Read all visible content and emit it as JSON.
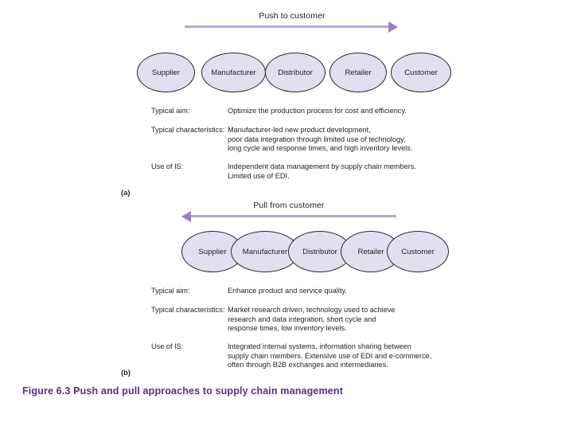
{
  "figure": {
    "caption": "Figure 6.3 Push and pull approaches to supply chain management",
    "caption_color": "#5b2d8e",
    "background_color": "#ffffff"
  },
  "style": {
    "node_fill": "#e2dff0",
    "node_stroke": "#2a2730",
    "arrow_line_color": "#b9a8d6",
    "arrow_head_color": "#9b7fc4",
    "text_color": "#231f20"
  },
  "panels": [
    {
      "marker": "(a)",
      "arrow": {
        "label": "Push to customer",
        "direction": "right"
      },
      "chain": {
        "spacing": "separated",
        "nodes": [
          {
            "label": "Supplier"
          },
          {
            "label": "Manufacturer"
          },
          {
            "label": "Distributor"
          },
          {
            "label": "Retailer"
          },
          {
            "label": "Customer"
          }
        ]
      },
      "attributes": [
        {
          "label": "Typical aim:",
          "lines": [
            "Optimize the production process for cost and efficiency."
          ]
        },
        {
          "label": "Typical characteristics:",
          "lines": [
            "Manufacturer-led new product development,",
            "poor data integration through limited use of technology,",
            "long cycle and response times, and high inventory levels."
          ]
        },
        {
          "label": "Use of IS:",
          "lines": [
            "Independent data management by supply chain members.",
            "Limited use of EDI."
          ]
        }
      ]
    },
    {
      "marker": "(b)",
      "arrow": {
        "label": "Pull from customer",
        "direction": "left"
      },
      "chain": {
        "spacing": "overlapping",
        "nodes": [
          {
            "label": "Supplier"
          },
          {
            "label": "Manufacturer"
          },
          {
            "label": "Distributor"
          },
          {
            "label": "Retailer"
          },
          {
            "label": "Customer"
          }
        ]
      },
      "attributes": [
        {
          "label": "Typical aim:",
          "lines": [
            "Enhance product and service quality."
          ]
        },
        {
          "label": "Typical characteristics:",
          "lines": [
            "Market research driven, technology used to achieve",
            "research and data integration, short cycle and",
            "response times, low inventory levels."
          ]
        },
        {
          "label": "Use of IS:",
          "lines": [
            "Integrated internal systems, information sharing between",
            "supply chain members. Extensive use of EDI and e-commerce,",
            "often through B2B exchanges and intermediaries."
          ]
        }
      ]
    }
  ]
}
